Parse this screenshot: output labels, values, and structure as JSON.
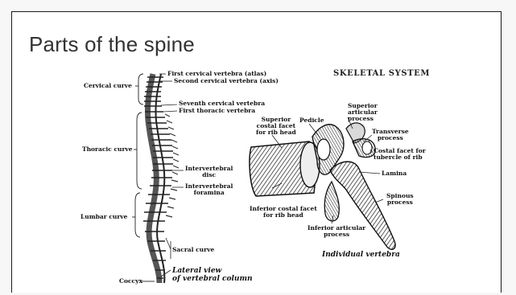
{
  "slide": {
    "title": "Parts of the spine"
  },
  "spine_figure": {
    "labels": {
      "cervical_curve": "Cervical curve",
      "thoracic_curve": "Thoracic curve",
      "lumbar_curve": "Lumbar curve",
      "coccyx": "Coccyx",
      "first_cervical": "First cervical vertebra (atlas)",
      "second_cervical": "Second cervical vertebra (axis)",
      "seventh_cervical": "Seventh cervical vertebra",
      "first_thoracic": "First thoracic vertebra",
      "intervertebral_disc": "Intervertebral\ndisc",
      "intervertebral_foramina": "Intervertebral\nforamina",
      "sacral_curve": "Sacral curve",
      "caption": "Lateral view\nof vertebral column"
    }
  },
  "vertebra_figure": {
    "heading": "SKELETAL SYSTEM",
    "labels": {
      "superior_costal_facet": "Superior\ncostal facet\nfor rib head",
      "pedicle": "Pedicle",
      "superior_articular": "Superior\narticular\nprocess",
      "transverse_process": "Transverse\nprocess",
      "costal_facet_tubercle": "Costal facet for\ntubercle of rib",
      "lamina": "Lamina",
      "spinous_process": "Spinous\nprocess",
      "inferior_costal_facet": "Inferior costal facet\nfor rib head",
      "inferior_articular": "Inferior articular\nprocess",
      "caption": "Individual vertebra"
    }
  }
}
